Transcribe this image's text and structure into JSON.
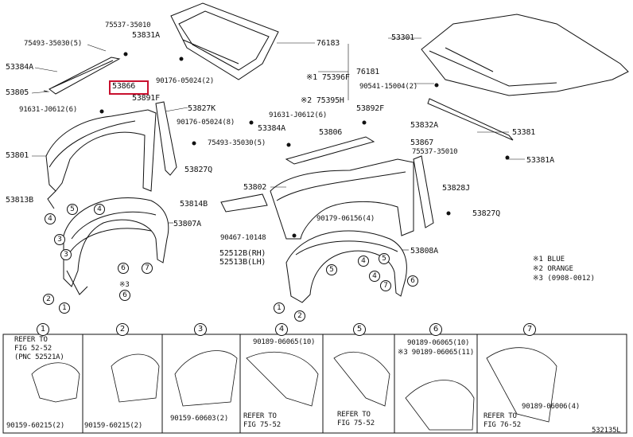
{
  "highlight_color": "#c8102e",
  "labels": {
    "p75537_35010_a": "75537-35010",
    "p53831A": "53831A",
    "p75493_35030_5_a": "75493-35030(5)",
    "p53384A_a": "53384A",
    "p53866": "53866",
    "p53805": "53805",
    "p53891F": "53891F",
    "p90176_05024_2": "90176-05024(2)",
    "p91631_J0612_6_a": "91631-J0612(6)",
    "p53827K": "53827K",
    "p90176_05024_8": "90176-05024(8)",
    "p53801": "53801",
    "p75493_35030_5_b": "75493-35030(5)",
    "p53827Q": "53827Q",
    "p53813B": "53813B",
    "p53807A": "53807A",
    "p76183": "76183",
    "p76181": "76181",
    "p75396F": "※1 75396F",
    "p75395H": "※2 75395H",
    "p53301": "53301",
    "p90541": "90541-15004(2)",
    "p53892F": "53892F",
    "p91631_J0612_6_b": "91631-J0612(6)",
    "p53384A_b": "53384A",
    "p53806": "53806",
    "p53832A": "53832A",
    "p53867": "53867",
    "p75537_35010_b": "75537-35010",
    "p53381": "53381",
    "p53381A": "53381A",
    "p53802": "53802",
    "p53828J": "53828J",
    "p53814B": "53814B",
    "p90179_06156": "90179-06156(4)",
    "p53827Q_b": "53827Q",
    "p90467": "90467-10148",
    "p52512B": "52512B(RH)",
    "p52513B": "52513B(LH)",
    "p53808A": "53808A",
    "star3": "※3"
  },
  "legend": {
    "l1": "※1 BLUE",
    "l2": "※2 ORANGE",
    "l3": "※3 (0908-0012)"
  },
  "panels": {
    "p1": {
      "num": "1",
      "refer": "REFER TO",
      "fig": "FIG 52-52",
      "pnc": "(PNC 52521A)",
      "part": "90159-60215(2)"
    },
    "p2": {
      "num": "2",
      "part": "90159-60215(2)"
    },
    "p3": {
      "num": "3",
      "part": "90159-60603(2)"
    },
    "p4": {
      "num": "4",
      "part": "90189-06065(10)",
      "refer": "REFER TO",
      "fig": "FIG 75-52"
    },
    "p5": {
      "num": "5",
      "refer": "REFER TO",
      "fig": "FIG 75-52"
    },
    "p6": {
      "num": "6",
      "part1": "90189-06065(10)",
      "part2": "※3 90189-06065(11)"
    },
    "p7": {
      "num": "7",
      "part": "90189-06006(4)",
      "refer": "REFER TO",
      "fig": "FIG 76-52"
    }
  },
  "circles": [
    "4",
    "5",
    "4",
    "3",
    "3",
    "6",
    "7",
    "6",
    "2",
    "1",
    "5",
    "4",
    "5",
    "4",
    "6",
    "7",
    "2",
    "1"
  ],
  "footer": "532135L"
}
